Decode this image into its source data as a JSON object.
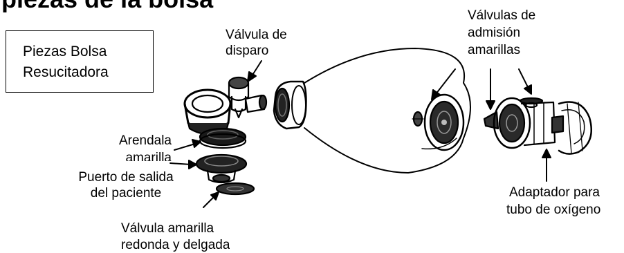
{
  "header": {
    "text": "piezas de la bolsa"
  },
  "title_box": {
    "line1": "Piezas Bolsa",
    "line2": "Resucitadora"
  },
  "labels": {
    "trigger_valve": {
      "line1": "Válvula de",
      "line2": "disparo"
    },
    "intake_valves": {
      "line1": "Válvulas de",
      "line2": "admisión",
      "line3": "amarillas"
    },
    "washer": {
      "line1": "Arendala",
      "line2": "amarilla"
    },
    "patient_port": {
      "line1": "Puerto de salida",
      "line2": "del paciente"
    },
    "thin_valve": {
      "line1": "Válvula amarilla",
      "line2": "redonda y delgada"
    },
    "oxygen_adapter": {
      "line1": "Adaptador para",
      "line2": "tubo de oxígeno"
    }
  }
}
